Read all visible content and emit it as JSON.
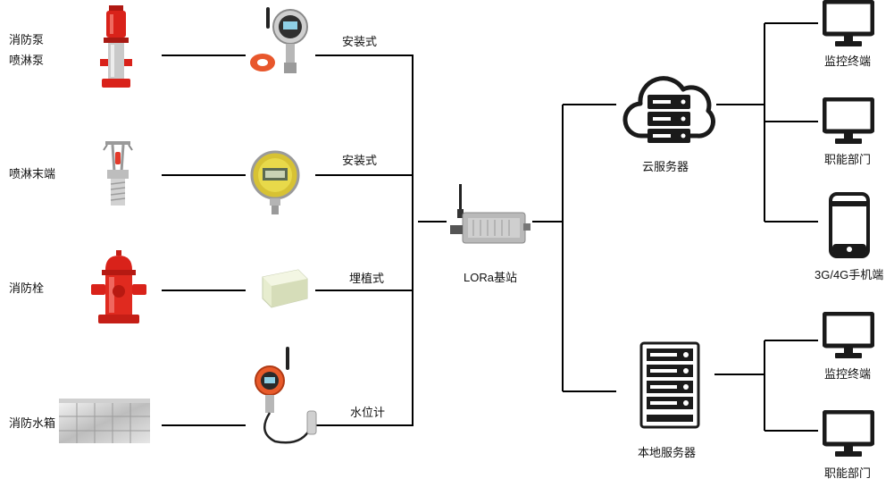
{
  "sources": [
    {
      "label_lines": [
        "消防泵",
        "喷淋泵"
      ],
      "icon": "fire-pump-icon"
    },
    {
      "label_lines": [
        "喷淋末端"
      ],
      "icon": "sprinkler-head-icon"
    },
    {
      "label_lines": [
        "消防栓"
      ],
      "icon": "fire-hydrant-icon"
    },
    {
      "label_lines": [
        "消防水箱"
      ],
      "icon": "water-tank-icon"
    }
  ],
  "sensors": [
    {
      "label": "安装式",
      "icon": "pressure-transmitter-icon"
    },
    {
      "label": "安装式",
      "icon": "digital-pressure-gauge-icon"
    },
    {
      "label": "埋植式",
      "icon": "buried-sensor-icon"
    },
    {
      "label": "水位计",
      "icon": "water-level-meter-icon"
    }
  ],
  "base_station": {
    "label": "LORa基站",
    "icon": "lora-gateway-icon"
  },
  "cloud_server": {
    "label": "云服务器",
    "icon": "cloud-server-icon"
  },
  "local_server": {
    "label": "本地服务器",
    "icon": "local-server-icon"
  },
  "cloud_clients": [
    {
      "label": "监控终端",
      "icon": "monitor-icon"
    },
    {
      "label": "职能部门",
      "icon": "monitor-icon"
    },
    {
      "label": "3G/4G手机端",
      "icon": "smartphone-icon"
    }
  ],
  "local_clients": [
    {
      "label": "监控终端",
      "icon": "monitor-icon"
    },
    {
      "label": "职能部门",
      "icon": "monitor-icon"
    }
  ],
  "colors": {
    "line": "#000000",
    "icon_dark": "#1a1a1a",
    "fire_red": "#d9221a"
  }
}
